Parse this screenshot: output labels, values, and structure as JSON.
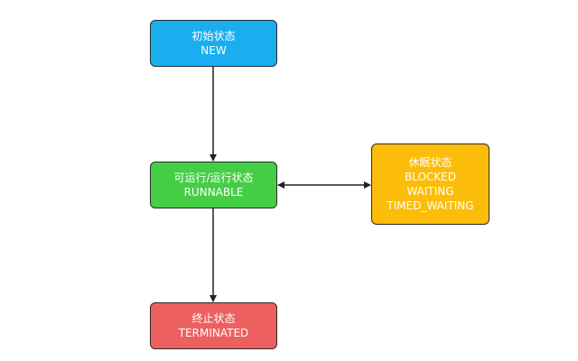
{
  "colors": {
    "new": "#1aaef0",
    "runnable": "#46cd46",
    "blocked": "#fbbd09",
    "terminated": "#ec6060",
    "line": "#222222"
  },
  "nodes": {
    "new": {
      "lines": [
        "初始状态",
        "NEW"
      ]
    },
    "runnable": {
      "lines": [
        "可运行/运行状态",
        "RUNNABLE"
      ]
    },
    "blocked": {
      "lines": [
        "休眠状态",
        "BLOCKED",
        "WAITING",
        "TIMED_WAITING"
      ]
    },
    "terminated": {
      "lines": [
        "终止状态",
        "TERMINATED"
      ]
    }
  },
  "edges": [
    {
      "from": "new",
      "to": "runnable",
      "direction": "forward"
    },
    {
      "from": "runnable",
      "to": "blocked",
      "direction": "both"
    },
    {
      "from": "runnable",
      "to": "terminated",
      "direction": "forward"
    }
  ]
}
